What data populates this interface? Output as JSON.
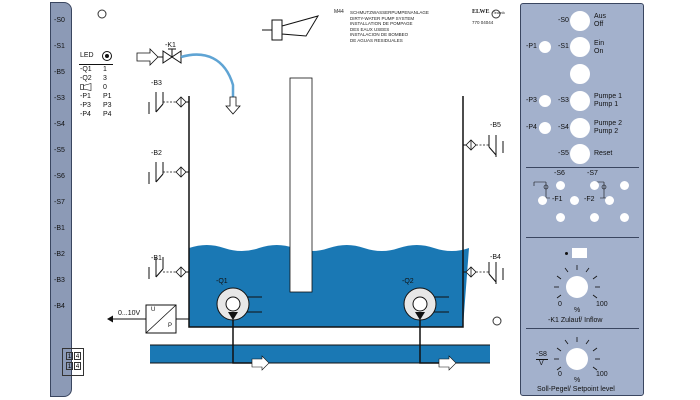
{
  "left_strip": {
    "labels": [
      "-S0",
      "-S1",
      "-B5",
      "-S3",
      "-S4",
      "-S5",
      "-S6",
      "-S7",
      "-B1",
      "-B2",
      "-B3",
      "-B4"
    ]
  },
  "header": {
    "model": "M44",
    "title_lines": [
      "SCHMUTZWASSERPUMPENANLAGE",
      "DIRTY-WATER PUMP SYSTEM",
      "INSTALLATION DE POMPAGE",
      "DES EAUX USEES",
      "INSTALACION DE BOMBEO",
      "DE AGUAS RESIDUALES"
    ],
    "part_number": "770 04044",
    "brand": "ELWE",
    "brand_sub": "Technik"
  },
  "legend": {
    "led_label": "LED",
    "rows": [
      {
        "key": "-Q1",
        "val": "1"
      },
      {
        "key": "-Q2",
        "val": "3"
      },
      {
        "key": "",
        "val": "0"
      },
      {
        "key": "-P1",
        "val": "P1"
      },
      {
        "key": "-P3",
        "val": "P3"
      },
      {
        "key": "-P4",
        "val": "P4"
      }
    ]
  },
  "diagram": {
    "labels": {
      "k1": "-K1",
      "b3": "-B3",
      "b2": "-B2",
      "b1": "-B1",
      "b5": "-B5",
      "b4": "-B4",
      "q1": "-Q1",
      "q2": "-Q2",
      "analog_out": "0...10V",
      "conv_u": "U",
      "conv_p": "P"
    },
    "colors": {
      "water": "#1a78b4",
      "pipe": "#5fa4d4",
      "line": "#111111"
    }
  },
  "panel": {
    "s0": {
      "id": "-S0",
      "text": "Aus\nOff"
    },
    "s1": {
      "lamp": "-P1",
      "id": "-S1",
      "text": "Ein\nOn"
    },
    "s3": {
      "lamp": "-P3",
      "id": "-S3",
      "text": "Pumpe 1\nPump 1"
    },
    "s4": {
      "lamp": "-P4",
      "id": "-S4",
      "text": "Pumpe 2\nPump 2"
    },
    "s5": {
      "id": "-S5",
      "text": "Reset"
    },
    "fault": {
      "s6": "-S6",
      "s7": "-S7",
      "f1": "-F1",
      "f2": "-F2"
    },
    "k1_knob": {
      "min": "0",
      "unit": "%",
      "max": "100",
      "label": "-K1 Zulauf/ Inflow"
    },
    "s8_knob": {
      "id": "-S8",
      "unit_small": "V",
      "min": "0",
      "unit": "%",
      "max": "100",
      "label": "Soll-Pegel/ Setpoint level"
    }
  },
  "footer_icon": {
    "cells": [
      "1",
      "4",
      "1",
      "4"
    ]
  }
}
